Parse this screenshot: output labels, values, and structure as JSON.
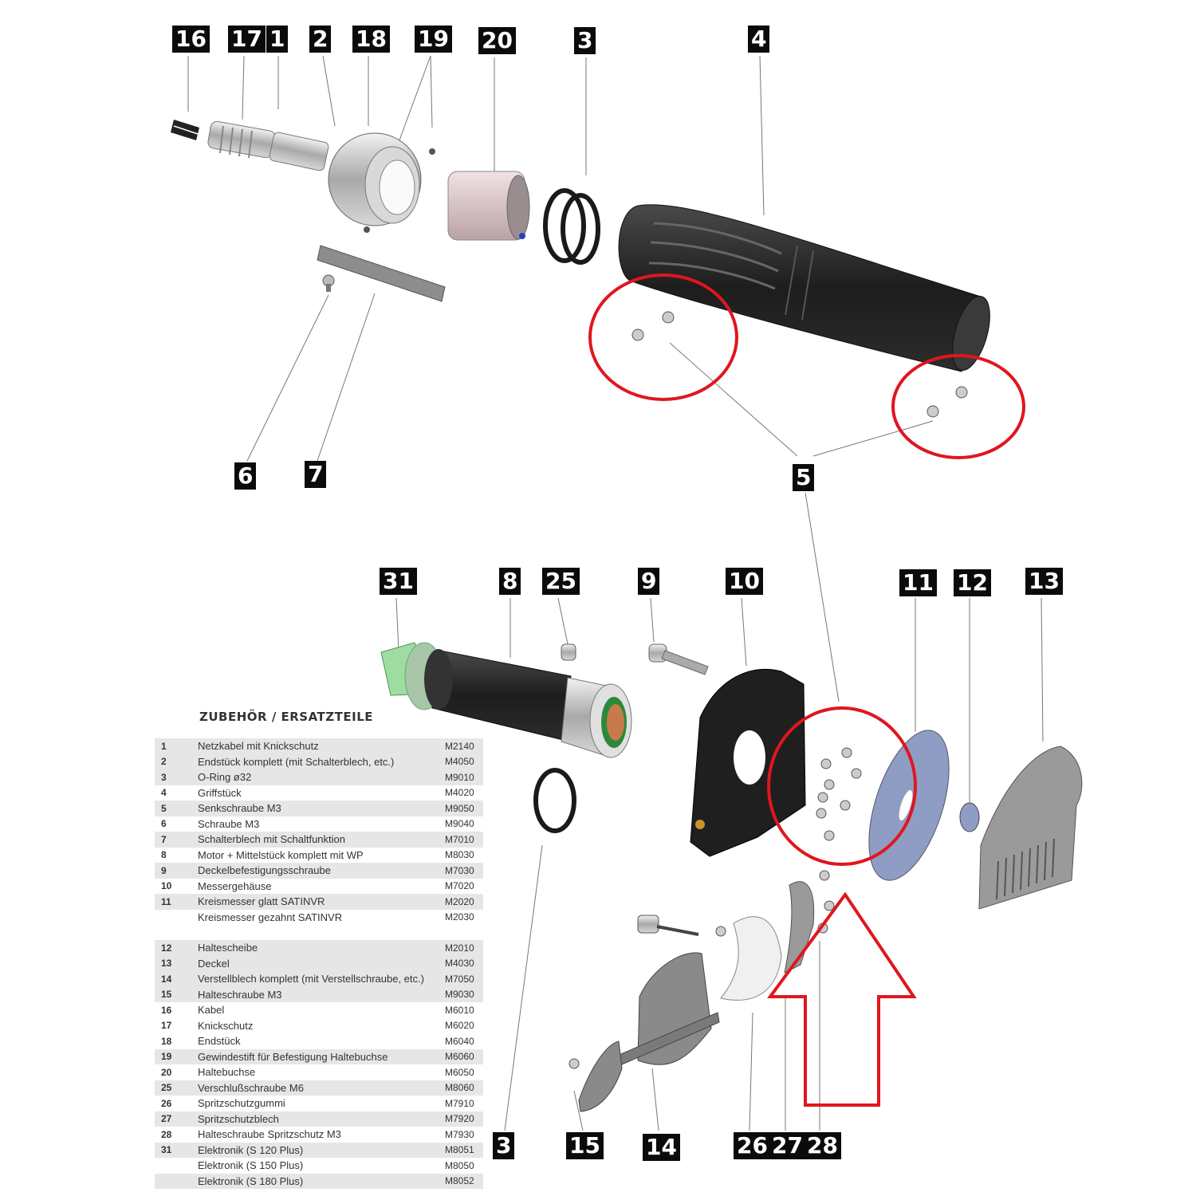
{
  "callouts": {
    "n16": "16",
    "n17": "17",
    "n1": "1",
    "n2": "2",
    "n18": "18",
    "n19": "19",
    "n20": "20",
    "n3_top": "3",
    "n4": "4",
    "n6": "6",
    "n7": "7",
    "n5": "5",
    "n31": "31",
    "n8": "8",
    "n25": "25",
    "n9": "9",
    "n10": "10",
    "n11": "11",
    "n12": "12",
    "n13": "13",
    "n3_bottom": "3",
    "n15": "15",
    "n14": "14",
    "n26": "26",
    "n27": "27",
    "n28": "28"
  },
  "table": {
    "title": "ZUBEHÖR / ERSATZTEILE",
    "rows": [
      {
        "no": "1",
        "desc": "Netzkabel mit Knickschutz",
        "code": "M2140"
      },
      {
        "no": "2",
        "desc": "Endstück komplett (mit Schalterblech, etc.)",
        "code": "M4050"
      },
      {
        "no": "3",
        "desc": "O-Ring ø32",
        "code": "M9010"
      },
      {
        "no": "4",
        "desc": "Griffstück",
        "code": "M4020"
      },
      {
        "no": "5",
        "desc": "Senkschraube M3",
        "code": "M9050"
      },
      {
        "no": "6",
        "desc": "Schraube M3",
        "code": "M9040"
      },
      {
        "no": "7",
        "desc": "Schalterblech mit Schaltfunktion",
        "code": "M7010"
      },
      {
        "no": "8",
        "desc": "Motor + Mittelstück komplett mit WP",
        "code": "M8030"
      },
      {
        "no": "9",
        "desc": "Deckelbefestigungsschraube",
        "code": "M7030"
      },
      {
        "no": "10",
        "desc": "Messergehäuse",
        "code": "M7020"
      },
      {
        "no": "11",
        "desc": "Kreismesser glatt SATINVR",
        "code": "M2020"
      },
      {
        "no": "",
        "desc": "Kreismesser gezahnt SATINVR",
        "code": "M2030"
      },
      {
        "no": "",
        "desc": "",
        "code": ""
      },
      {
        "no": "12",
        "desc": "Haltescheibe",
        "code": "M2010"
      },
      {
        "no": "13",
        "desc": "Deckel",
        "code": "M4030"
      },
      {
        "no": "14",
        "desc": "Verstellblech komplett (mit Verstellschraube, etc.)",
        "code": "M7050"
      },
      {
        "no": "15",
        "desc": "Halteschraube M3",
        "code": "M9030"
      },
      {
        "no": "16",
        "desc": "Kabel",
        "code": "M6010"
      },
      {
        "no": "17",
        "desc": "Knickschutz",
        "code": "M6020"
      },
      {
        "no": "18",
        "desc": "Endstück",
        "code": "M6040"
      },
      {
        "no": "19",
        "desc": "Gewindestift für Befestigung Haltebuchse",
        "code": "M6060"
      },
      {
        "no": "20",
        "desc": "Haltebuchse",
        "code": "M6050"
      },
      {
        "no": "25",
        "desc": "Verschlußschraube M6",
        "code": "M8060"
      },
      {
        "no": "26",
        "desc": "Spritzschutzgummi",
        "code": "M7910"
      },
      {
        "no": "27",
        "desc": "Spritzschutzblech",
        "code": "M7920"
      },
      {
        "no": "28",
        "desc": "Halteschraube Spritzschutz M3",
        "code": "M7930"
      },
      {
        "no": "31",
        "desc": "Elektronik (S 120 Plus)",
        "code": "M8051"
      },
      {
        "no": "",
        "desc": "Elektronik (S 150 Plus)",
        "code": "M8050"
      },
      {
        "no": "",
        "desc": "Elektronik (S 180 Plus)",
        "code": "M8052"
      }
    ]
  },
  "colors": {
    "highlight": "#e0161e",
    "label_bg": "#0b0b0b",
    "blade": "#8f9dc4"
  }
}
